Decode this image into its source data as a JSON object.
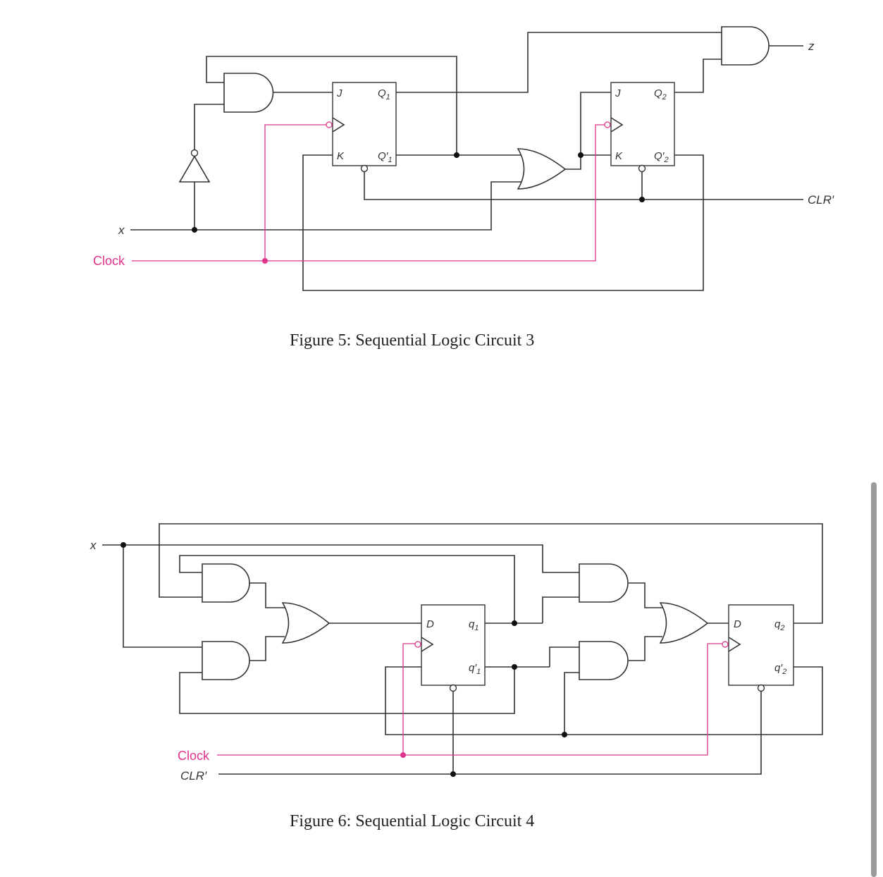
{
  "figure5": {
    "caption": "Figure 5: Sequential Logic Circuit 3",
    "input_x": "x",
    "input_clock": "Clock",
    "input_clr": "CLR′",
    "output_z": "z",
    "ff1": {
      "j": "J",
      "k": "K",
      "q": "Q",
      "q_sub": "1",
      "qn": "Q′",
      "qn_sub": "1"
    },
    "ff2": {
      "j": "J",
      "k": "K",
      "q": "Q",
      "q_sub": "2",
      "qn": "Q′",
      "qn_sub": "2"
    }
  },
  "figure6": {
    "caption": "Figure 6: Sequential Logic Circuit 4",
    "input_x": "x",
    "input_clock": "Clock",
    "input_clr": "CLR′",
    "ff1": {
      "d": "D",
      "q": "q",
      "q_sub": "1",
      "qn": "q′",
      "qn_sub": "1"
    },
    "ff2": {
      "d": "D",
      "q": "q",
      "q_sub": "2",
      "qn": "q′",
      "qn_sub": "2"
    }
  },
  "colors": {
    "clock": "#e0338c",
    "wire": "#333333"
  }
}
